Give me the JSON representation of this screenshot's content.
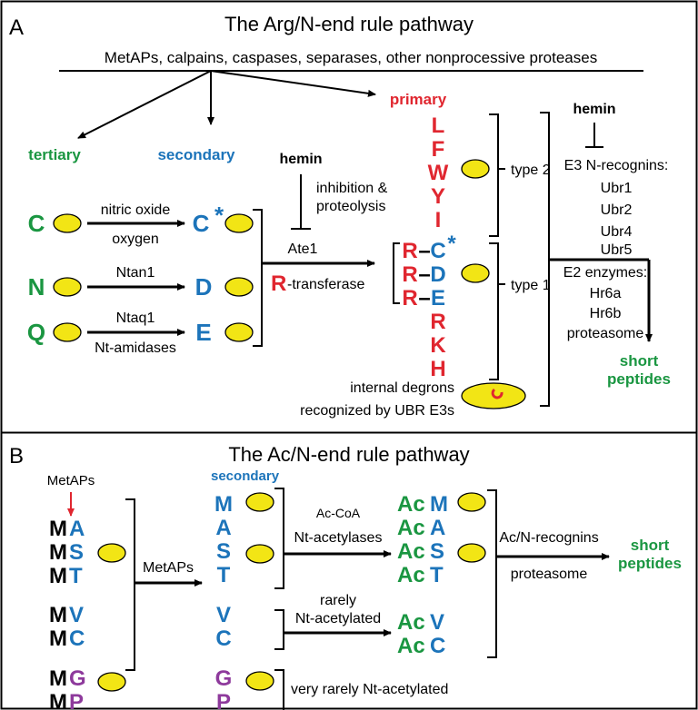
{
  "colors": {
    "tertiary": "#1a9641",
    "secondary": "#1c74ba",
    "primary": "#e0262f",
    "acetyl": "#1a9641",
    "glycine_proline": "#8e3a9c",
    "substrate_ellipse": "#f2e515"
  },
  "panel_a": {
    "letter": "A",
    "title": "The Arg/N-end rule pathway",
    "proteases": "MetAPs, calpains, caspases, separases, other nonprocessive proteases",
    "tertiary_label": "tertiary",
    "secondary_label": "secondary",
    "primary_label": "primary",
    "hemin_left": "hemin",
    "inhibition_1": "inhibition &",
    "inhibition_2": "proteolysis",
    "hemin_right": "hemin",
    "e3_label": "E3 N-recognins:",
    "e3_list": [
      "Ubr1",
      "Ubr2",
      "Ubr4",
      "Ubr5"
    ],
    "e2_label": "E2 enzymes:",
    "e2_list": [
      "Hr6a",
      "Hr6b"
    ],
    "proteasome": "proteasome",
    "short_1": "short",
    "short_2": "peptides",
    "rows": {
      "c": {
        "tertiary": "C",
        "enzyme_top": "nitric oxide",
        "enzyme_bottom": "oxygen",
        "secondary": "C",
        "star": "*"
      },
      "n": {
        "tertiary": "N",
        "enzyme_top": "Ntan1",
        "secondary": "D"
      },
      "q": {
        "tertiary": "Q",
        "enzyme_top": "Ntaq1",
        "enzyme_bottom": "Nt-amidases",
        "secondary": "E"
      }
    },
    "ate1": "Ate1",
    "transferase_r": "R",
    "transferase_rest": "-transferase",
    "type2_residues": [
      "L",
      "F",
      "W",
      "Y",
      "I"
    ],
    "type1_residues": [
      "C",
      "D",
      "E",
      "R",
      "K",
      "H"
    ],
    "type1_star": "*",
    "arg_prefix": [
      "R",
      "R",
      "R"
    ],
    "dash": "–",
    "type2_label": "type 2",
    "type1_label": "type 1",
    "internal_1": "internal degrons",
    "internal_2": "recognized by UBR E3s"
  },
  "panel_b": {
    "letter": "B",
    "title": "The Ac/N-end rule pathway",
    "metaps_top": "MetAPs",
    "metaps_mid": "MetAPs",
    "m": "M",
    "left_residues": [
      "A",
      "S",
      "T",
      "V",
      "C",
      "G",
      "P"
    ],
    "secondary_label": "secondary",
    "secondary_residues": [
      "M",
      "A",
      "S",
      "T",
      "V",
      "C",
      "G",
      "P"
    ],
    "acoa": "Ac-CoA",
    "nt_acetylases": "Nt-acetylases",
    "rarely_1": "rarely",
    "rarely_2": "Nt-acetylated",
    "very_rarely": "very rarely Nt-acetylated",
    "ac": "Ac",
    "ac_residues": [
      "M",
      "A",
      "S",
      "T",
      "V",
      "C"
    ],
    "recognins": "Ac/N-recognins",
    "proteasome": "proteasome",
    "short_1": "short",
    "short_2": "peptides"
  }
}
